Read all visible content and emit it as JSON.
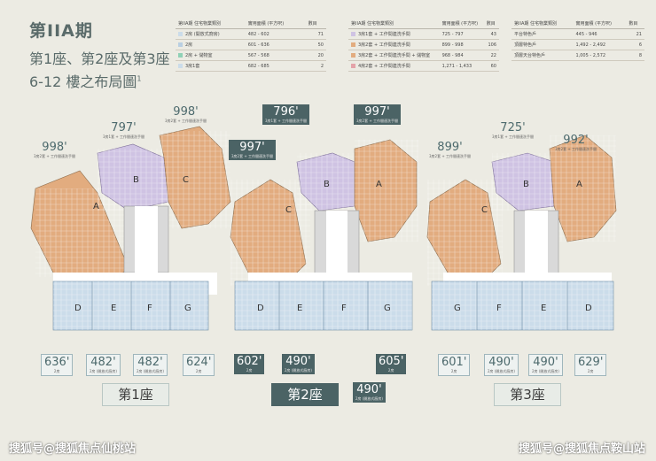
{
  "title": {
    "main": "第IIA期",
    "line2": "第1座、第2座及第3座",
    "line3": "6-12 樓之布局圖",
    "footnote_mark": "1"
  },
  "legend": {
    "tables": [
      {
        "headers": [
          "第IIA期 住宅物業類別",
          "實用面積 (平方呎)",
          "數目"
        ],
        "rows": [
          {
            "color": "#cbdcea",
            "type": "2房 (開放式廚房)",
            "area": "482 - 602",
            "count": "71"
          },
          {
            "color": "#b9cfe2",
            "type": "2房",
            "area": "601 - 636",
            "count": "50"
          },
          {
            "color": "#8fd1b6",
            "type": "2房 + 儲物室",
            "area": "567 - 568",
            "count": "20"
          },
          {
            "color": "#cbdcea",
            "type": "3房1套",
            "area": "682 - 685",
            "count": "2"
          }
        ]
      },
      {
        "headers": [
          "第IIA期 住宅物業類別",
          "實用面積 (平方呎)",
          "數目"
        ],
        "rows": [
          {
            "color": "#cfc3e3",
            "type": "3房1套 + 工作間連洗手間",
            "area": "725 - 797",
            "count": "43"
          },
          {
            "color": "#e2ac7f",
            "type": "3房2套 + 工作間連洗手間",
            "area": "899 - 998",
            "count": "106"
          },
          {
            "color": "#e2ac7f",
            "type": "3房2套 + 工作間連洗手間 + 儲物室",
            "area": "968 - 984",
            "count": "22"
          },
          {
            "color": "#e4a3a9",
            "type": "4房2套 + 工作間連洗手間",
            "area": "1,271 - 1,433",
            "count": "60"
          }
        ]
      },
      {
        "headers": [
          "第IIA期 住宅物業類別",
          "實用面積 (平方呎)",
          "數目"
        ],
        "rows": [
          {
            "color": "",
            "type": "平台特色戶",
            "area": "445 - 946",
            "count": "21"
          },
          {
            "color": "",
            "type": "頂層特色戶",
            "area": "1,492 - 2,492",
            "count": "6"
          },
          {
            "color": "",
            "type": "頂層天台特色戶",
            "area": "1,005 - 2,572",
            "count": "8"
          }
        ]
      }
    ]
  },
  "towers": [
    {
      "name": "第1座",
      "labels": [
        {
          "area": "797'",
          "desc": "3房1套 + 工作間連洗手間"
        },
        {
          "area": "998'",
          "desc": "3房2套 + 工作間連洗手間"
        },
        {
          "area": "998'",
          "desc": "3房2套 + 工作間連洗手間"
        },
        {
          "area": "636'",
          "desc": "2房"
        },
        {
          "area": "482'",
          "desc": "2房 (開放式廚房)"
        },
        {
          "area": "482'",
          "desc": "2房 (開放式廚房)"
        },
        {
          "area": "624'",
          "desc": "2房"
        }
      ],
      "units": [
        "A",
        "B",
        "C",
        "D",
        "E",
        "F",
        "G"
      ]
    },
    {
      "name": "第2座",
      "labels": [
        {
          "area": "796'",
          "desc": "3房1套 + 工作間連洗手間"
        },
        {
          "area": "997'",
          "desc": "3房2套 + 工作間連洗手間"
        },
        {
          "area": "997'",
          "desc": "3房2套 + 工作間連洗手間"
        },
        {
          "area": "602'",
          "desc": "2房"
        },
        {
          "area": "490'",
          "desc": "2房 (開放式廚房)"
        },
        {
          "area": "605'",
          "desc": "2房"
        },
        {
          "area": "490'",
          "desc": "2房 (開放式廚房)"
        }
      ],
      "units": [
        "A",
        "B",
        "C",
        "D",
        "E",
        "F",
        "G"
      ]
    },
    {
      "name": "第3座",
      "labels": [
        {
          "area": "725'",
          "desc": "3房1套 + 工作間連洗手間"
        },
        {
          "area": "899'",
          "desc": "3房2套 + 工作間連洗手間"
        },
        {
          "area": "992'",
          "desc": "3房2套 + 工作間連洗手間"
        },
        {
          "area": "601'",
          "desc": "2房"
        },
        {
          "area": "490'",
          "desc": "2房 (開放式廚房)"
        },
        {
          "area": "490'",
          "desc": "2房 (開放式廚房)"
        },
        {
          "area": "629'",
          "desc": "2房"
        }
      ],
      "units": [
        "A",
        "B",
        "C",
        "D",
        "E",
        "F",
        "G"
      ]
    }
  ],
  "watermarks": {
    "left": "搜狐号@搜狐焦点仙桃站",
    "right": "搜狐号@搜狐焦点鞍山站"
  }
}
